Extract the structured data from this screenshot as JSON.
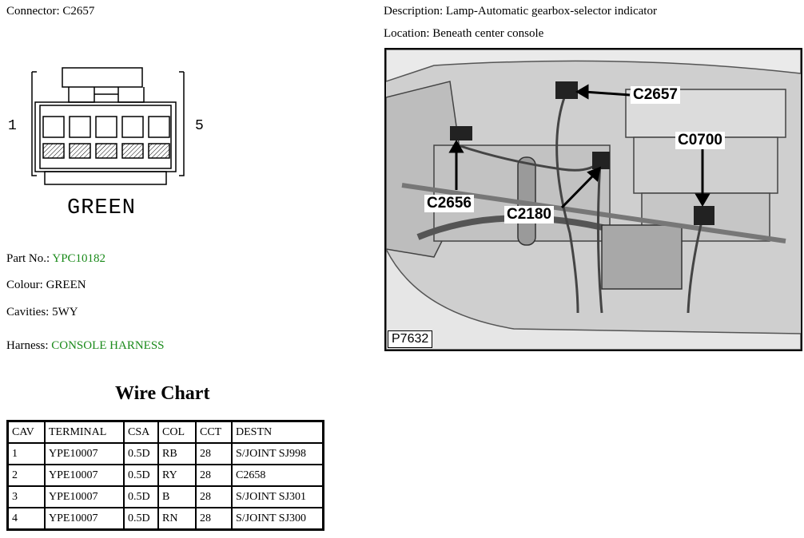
{
  "connector": {
    "label": "Connector:",
    "value": "C2657"
  },
  "description": {
    "label": "Description:",
    "value": "Lamp-Automatic gearbox-selector indicator"
  },
  "location": {
    "label": "Location:",
    "value": "Beneath center console"
  },
  "diagram": {
    "pin_first": "1",
    "pin_last": "5",
    "colour_caption": "GREEN"
  },
  "part_no": {
    "label": "Part No.:",
    "value": "YPC10182"
  },
  "colour": {
    "label": "Colour:",
    "value": "GREEN"
  },
  "cavities": {
    "label": "Cavities:",
    "value": "5WY"
  },
  "harness": {
    "label": "Harness:",
    "value": "CONSOLE HARNESS"
  },
  "wire_chart": {
    "title": "Wire Chart",
    "headers": [
      "CAV",
      "TERMINAL",
      "CSA",
      "COL",
      "CCT",
      "DESTN"
    ],
    "rows": [
      [
        "1",
        "YPE10007",
        "0.5D",
        "RB",
        "28",
        "S/JOINT SJ998"
      ],
      [
        "2",
        "YPE10007",
        "0.5D",
        "RY",
        "28",
        "C2658"
      ],
      [
        "3",
        "YPE10007",
        "0.5D",
        "B",
        "28",
        "S/JOINT SJ301"
      ],
      [
        "4",
        "YPE10007",
        "0.5D",
        "RN",
        "28",
        "S/JOINT SJ300"
      ]
    ]
  },
  "photo": {
    "id": "P7632",
    "callouts": [
      "C2657",
      "C0700",
      "C2656",
      "C2180"
    ]
  },
  "colors": {
    "highlight_green": "#1a8a1a"
  }
}
